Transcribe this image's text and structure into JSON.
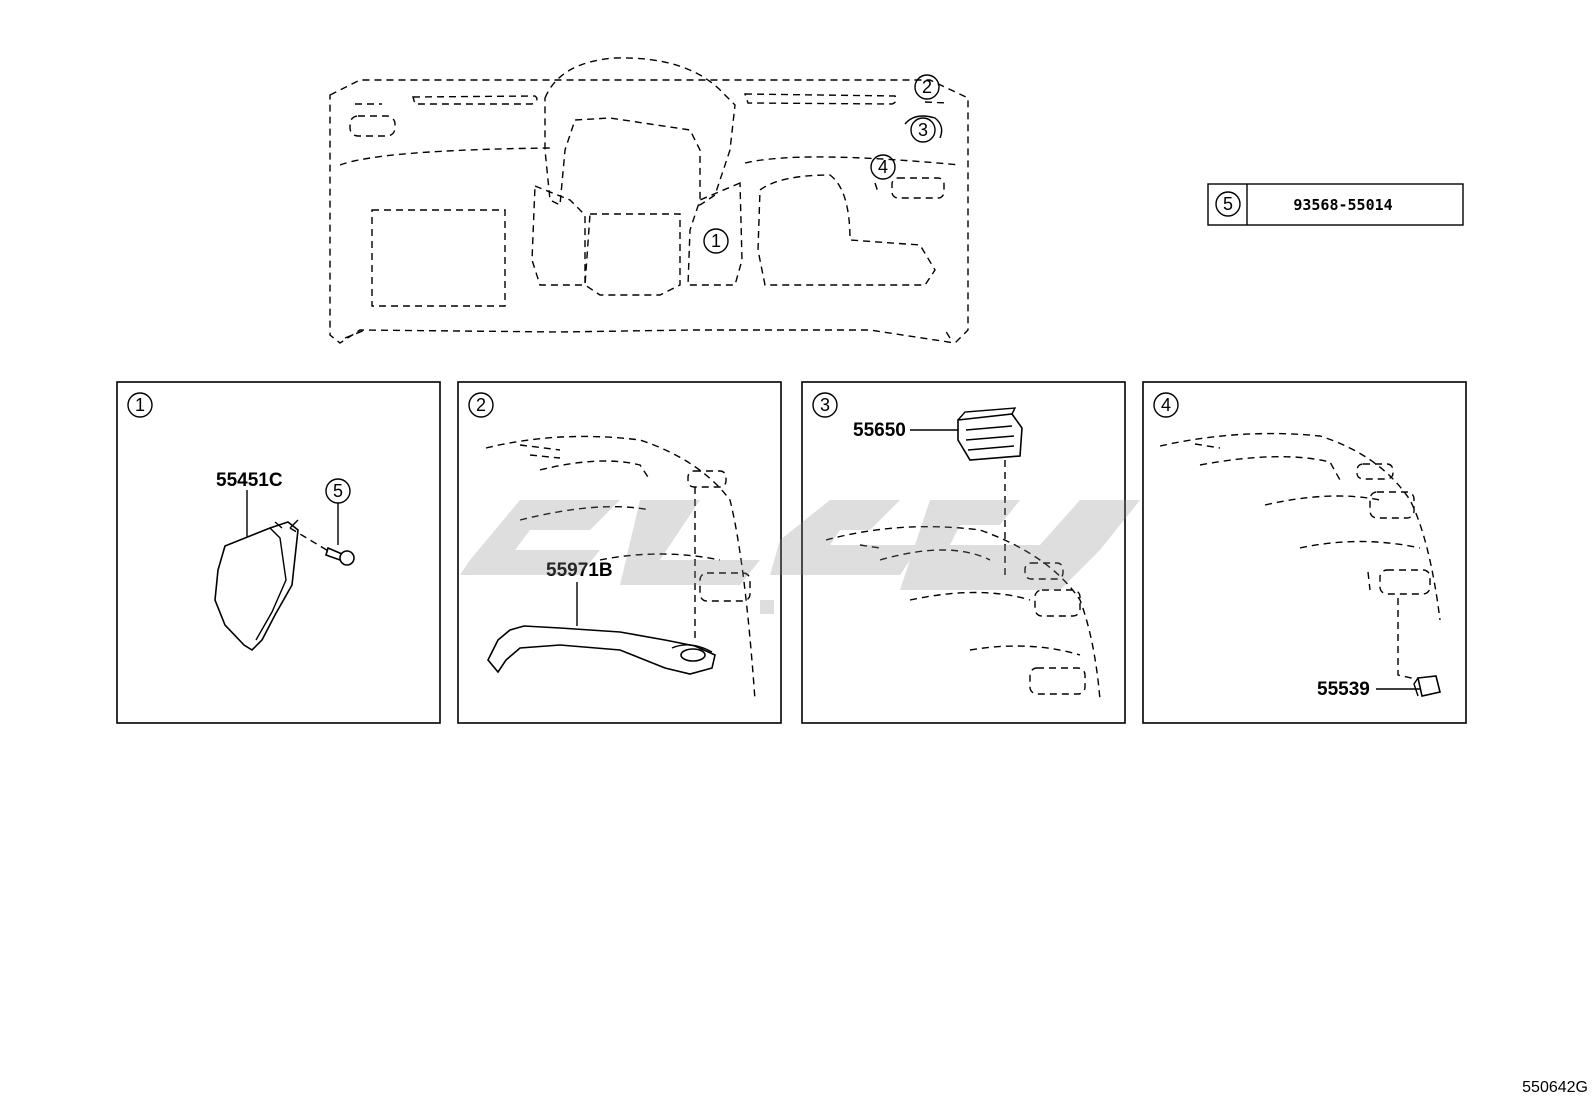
{
  "reference_table": {
    "index": "5",
    "part_number": "93568-55014"
  },
  "overview_callouts": [
    "1",
    "2",
    "3",
    "4"
  ],
  "panels": [
    {
      "index": "1",
      "parts": [
        "55451C"
      ],
      "callout": "5"
    },
    {
      "index": "2",
      "parts": [
        "55971B"
      ]
    },
    {
      "index": "3",
      "parts": [
        "55650"
      ]
    },
    {
      "index": "4",
      "parts": [
        "55539"
      ]
    }
  ],
  "figure_code": "550642G"
}
